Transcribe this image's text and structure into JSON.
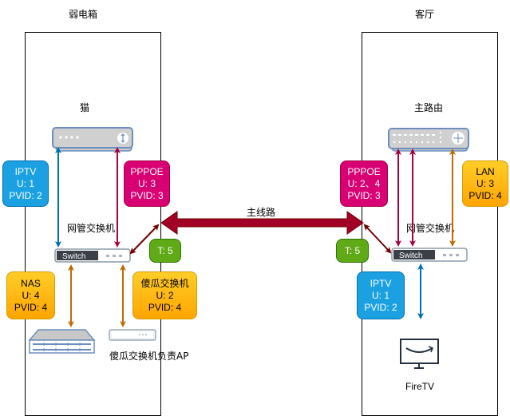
{
  "rooms": {
    "left": {
      "title": "弱电箱"
    },
    "right": {
      "title": "客厅"
    }
  },
  "devices": {
    "modem": {
      "label": "猫"
    },
    "main_router": {
      "label": "主路由"
    },
    "left_switch": {
      "label": "网管交换机",
      "badge": "Switch"
    },
    "right_switch": {
      "label": "网管交换机",
      "badge": "Switch"
    },
    "nas": {
      "label": ""
    },
    "dumb_switch": {
      "label": "傻瓜交换机负责AP"
    },
    "firetv": {
      "label": "FireTV"
    }
  },
  "trunk": {
    "label": "主线路"
  },
  "tags": {
    "left_iptv": [
      "IPTV",
      "U: 1",
      "PVID: 2"
    ],
    "left_pppoe": [
      "PPPOE",
      "U: 3",
      "PVID: 3"
    ],
    "left_nas": [
      "NAS",
      "U: 4",
      "PVID: 4"
    ],
    "left_dumb": [
      "傻瓜交换机",
      "U: 2",
      "PVID: 4"
    ],
    "left_trunk": [
      "T: 5"
    ],
    "right_pppoe": [
      "PPPOE",
      "U: 2、4",
      "PVID: 3"
    ],
    "right_lan": [
      "LAN",
      "U: 3",
      "PVID: 4"
    ],
    "right_iptv": [
      "IPTV",
      "U: 1",
      "PVID: 2"
    ],
    "right_trunk": [
      "T: 5"
    ]
  },
  "colors": {
    "iptv": "#1ba1e2",
    "pppoe": "#d80073",
    "lan": "#ffb000",
    "trunk": "#60a917",
    "main_line": "#a20025",
    "link_iptv": "#006eaf",
    "link_pppoe": "#a50040",
    "link_lan": "#bc6c00",
    "link_trunk": "#6f0000"
  }
}
